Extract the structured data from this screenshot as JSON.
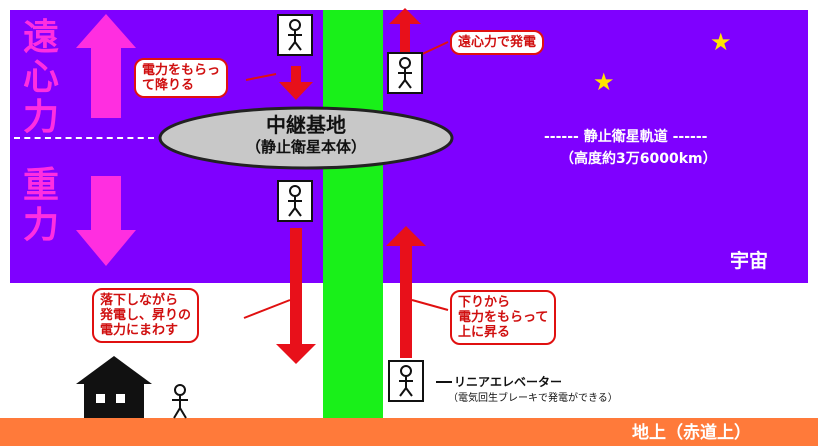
{
  "labels": {
    "centrifugal_side": "遠心力",
    "gravity_side": "重力",
    "centrifugal_power": "遠心力で発電",
    "receive_descend": [
      "電力をもらっ",
      "て降りる"
    ],
    "station_main": "中継基地",
    "station_sub": "（静止衛星本体）",
    "geo_orbit": "------ 静止衛星軌道 ------",
    "altitude": "（高度約3万6000km）",
    "space": "宇宙",
    "fall_generate": [
      "落下しながら",
      "発電し、昇りの",
      "電力にまわす"
    ],
    "climb": [
      "下りから",
      "電力をもらって",
      "上に昇る"
    ],
    "linear_elevator": "リニアエレベーター",
    "regen_brake": "（電気回生ブレーキで発電ができる）",
    "ground": "地上（赤道上）"
  },
  "colors": {
    "space": "#7f00ff",
    "cable": "#19f019",
    "ground": "#ff7a3a",
    "arrow_red": "#e8101a",
    "arrow_magenta": "#ff2ee0",
    "station": "#c8c8c8",
    "star": "#ffe400"
  },
  "icons": [
    "house-icon",
    "stick-figure-icon",
    "star-icon"
  ]
}
